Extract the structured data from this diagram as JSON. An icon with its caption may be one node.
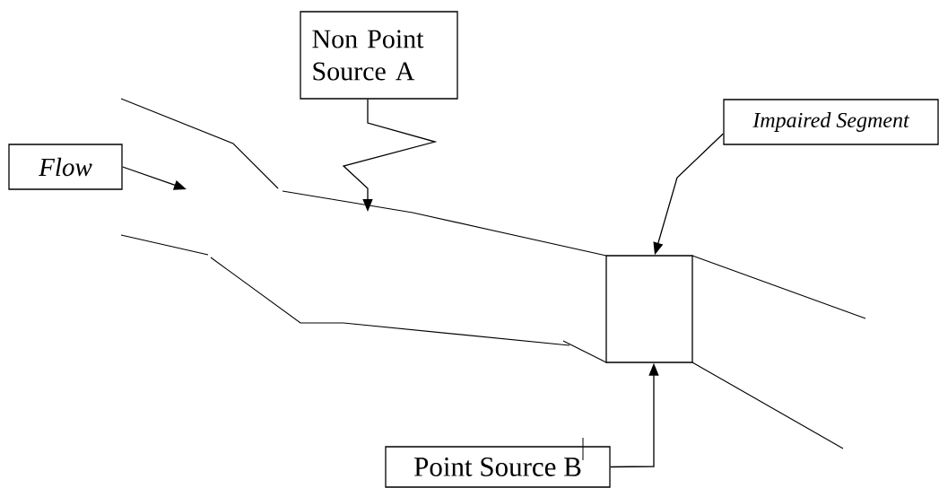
{
  "diagram": {
    "nodes": [
      {
        "text": [
          "Non Point Source A"
        ]
      },
      {
        "text": [
          "Flow"
        ]
      },
      {
        "text": [
          "Impaired Segment"
        ]
      },
      {
        "text": [],
        "shape": "box"
      },
      {
        "text": [
          "Point Source B"
        ]
      }
    ],
    "edges": [
      {
        "from": 0,
        "to": null,
        "arrow": "to"
      },
      {
        "from": 1,
        "to": null,
        "arrow": "to"
      },
      {
        "from": 2,
        "to": 3,
        "arrow": "to"
      },
      {
        "from": 4,
        "to": 3,
        "arrow": "to"
      }
    ]
  }
}
